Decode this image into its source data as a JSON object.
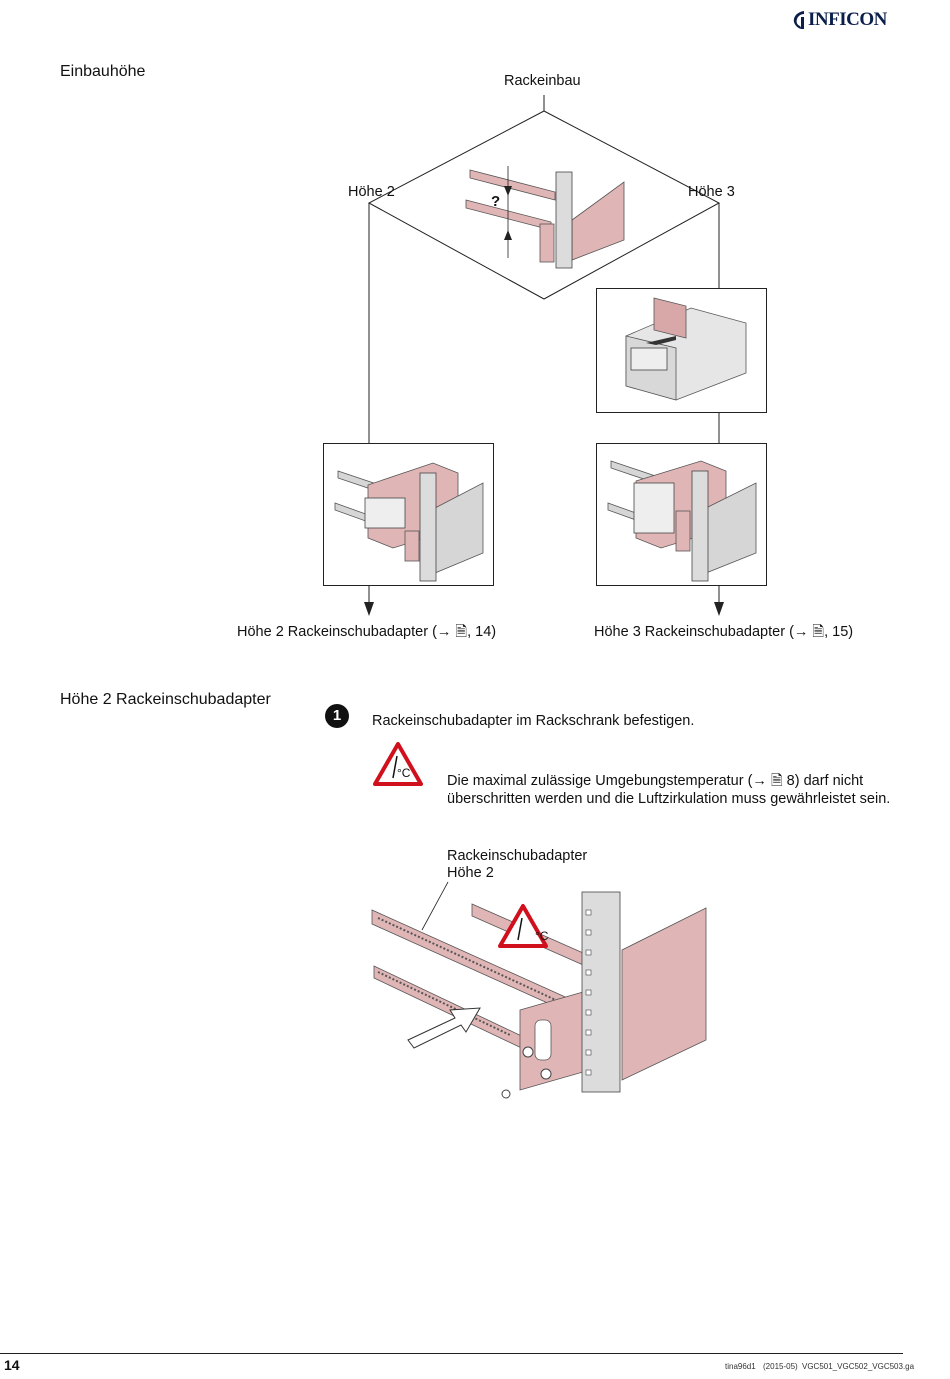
{
  "header": {
    "brand": "INFICON",
    "brand_color": "#0b1f4a"
  },
  "section1": {
    "title": "Einbauhöhe",
    "diagram": {
      "top_label": "Rackeinbau",
      "left_label": "Höhe 2",
      "right_label": "Höhe 3",
      "question_mark": "?",
      "result_left": "Höhe 2 Rackeinschubadapter (→ 🗎, 14)",
      "result_right": "Höhe 3 Rackeinschubadapter (→ 🗎, 15)"
    }
  },
  "section2": {
    "title": "Höhe 2 Rackeinschubadapter",
    "step_number": "❶",
    "step_text": "Rackeinschubadapter im Rackschrank befestigen.",
    "warning_icon": "temperature-warning-icon",
    "warning_symbol": "°C",
    "warning_text": "Die maximal zulässige Umgebungstemperatur (→ 🗎 8) darf nicht überschritten werden und die Luftzirkulation muss gewährleistet sein.",
    "figure_label_line1": "Rackeinschubadapter",
    "figure_label_line2": "Höhe 2"
  },
  "footer": {
    "page_number": "14",
    "doc_id": "tina96d1",
    "date": "(2015-05)",
    "file": "VGC501_VGC502_VGC503.ga"
  },
  "colors": {
    "pink": "#e0b5b5",
    "pink_dark": "#c99a9a",
    "gray": "#d6d6d6",
    "warning_red": "#d0101c"
  }
}
